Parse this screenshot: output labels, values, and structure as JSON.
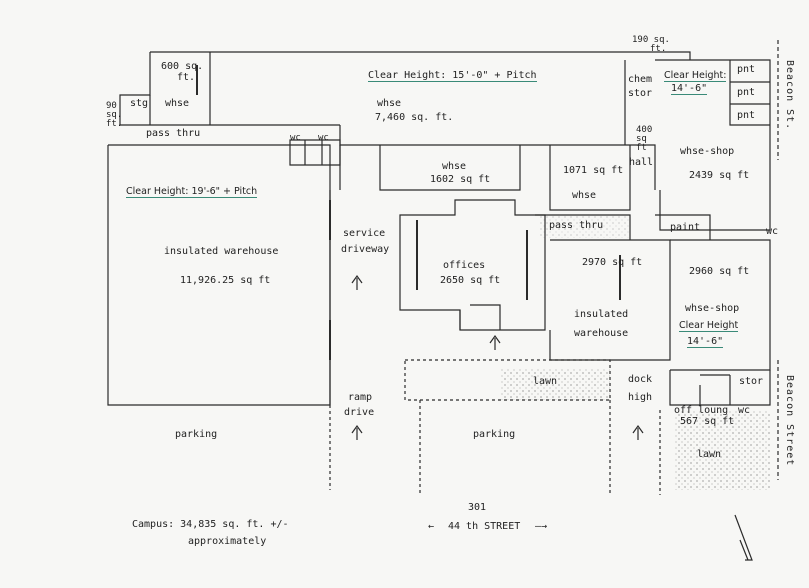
{
  "labels": {
    "clear_height_main": "Clear Height:  15'-0\" + Pitch",
    "clear_height_left": "Clear Height: 19'-6\" + Pitch",
    "clear_height_right_top_1": "Clear Height:",
    "clear_height_right_top_2": "14'-6\"",
    "clear_height_right_bottom_1": "Clear Height",
    "clear_height_right_bottom_2": "14'-6\"",
    "area_600_1": "600 sq.",
    "area_600_2": "ft.",
    "area_90_1": "90",
    "area_90_2": "sq.",
    "area_90_3": "ft.",
    "stg": "stg",
    "whse_small": "whse",
    "pass_thru_top": "pass thru",
    "wc_left": "wc",
    "wc_right": "wc",
    "whse_main": "whse",
    "whse_main_area": "7,460 sq. ft.",
    "area_190_1": "190 sq.",
    "area_190_2": "ft.",
    "chem": "chem",
    "stor": "stor",
    "pnt1": "pnt",
    "pnt2": "pnt",
    "pnt3": "pnt",
    "area_400_1": "400",
    "area_400_2": "sq",
    "area_400_3": "ft",
    "hall": "hall",
    "whse_shop_top": "whse-shop",
    "whse_shop_top_area": "2439 sq ft",
    "whse_1602": "whse",
    "whse_1602_area": "1602 sq ft",
    "area_1071": "1071 sq ft",
    "whse_1071": "whse",
    "insulated_warehouse_left": "insulated warehouse",
    "insulated_left_area": "11,926.25 sq ft",
    "service_1": "service",
    "service_2": "driveway",
    "offices": "offices",
    "offices_area": "2650 sq ft",
    "pass_thru_mid": "pass thru",
    "paint": "paint",
    "wc_paint": "wc",
    "area_2970": "2970 sq ft",
    "insulated_1": "insulated",
    "insulated_2": "warehouse",
    "area_2960": "2960 sq ft",
    "whse_shop_bottom": "whse-shop",
    "ramp_1": "ramp",
    "ramp_2": "drive",
    "parking_left": "parking",
    "parking_center": "parking",
    "lawn_center": "lawn",
    "dock_1": "dock",
    "dock_2": "high",
    "stor_bottom": "stor",
    "off_loung": "off loung",
    "wc_bottom": "wc",
    "off_area": "567 sq ft",
    "lawn_right": "lawn",
    "street_num": "301",
    "street_name": "44 th  STREET",
    "campus_1": "Campus:  34,835 sq. ft.  +/-",
    "campus_2": "approximately",
    "beacon_top": "Beacon St.",
    "beacon_bottom": "Beacon Street",
    "arrow_left": "←",
    "arrow_right": "—→"
  },
  "colors": {
    "line": "#2b2b2b",
    "underline_green": "#3a8a78",
    "underline_blue": "#3b6fb0",
    "paper": "#f7f7f5"
  }
}
